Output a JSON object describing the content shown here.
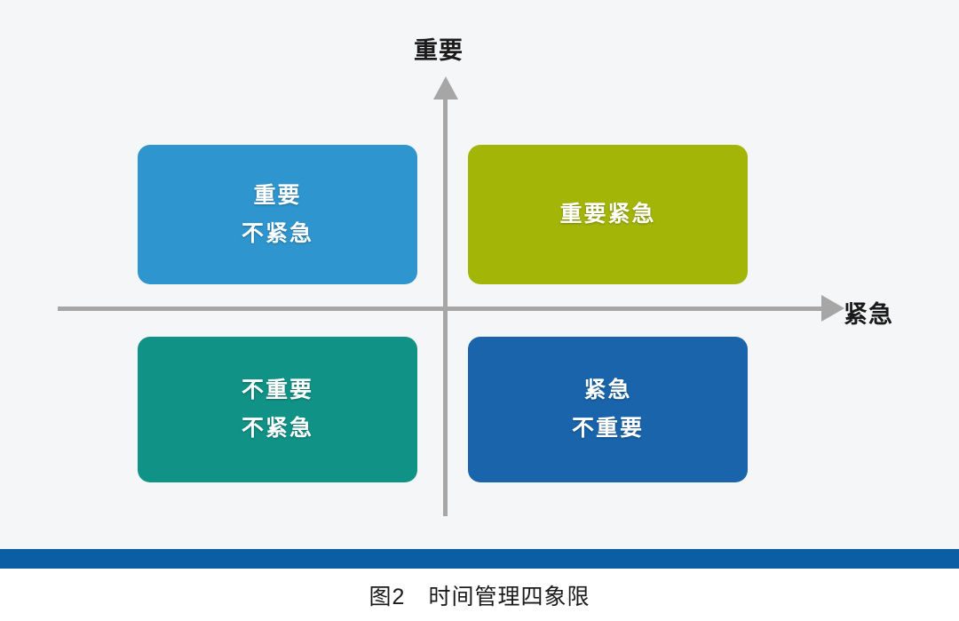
{
  "figure": {
    "caption": "图2　时间管理四象限",
    "caption_number": "图2",
    "caption_title": "时间管理四象限"
  },
  "axes": {
    "vertical_label": "重要",
    "horizontal_label": "紧急",
    "axis_color": "#a6a6a6"
  },
  "quadrants": [
    {
      "id": "important-not-urgent",
      "position": "top-left",
      "lines": [
        "重要",
        "不紧急"
      ],
      "color": "#2e95ce",
      "shadow_color": "#1d76ab"
    },
    {
      "id": "important-urgent",
      "position": "top-right",
      "lines": [
        "重要紧急"
      ],
      "color": "#a3b507",
      "shadow_color": "#828f05"
    },
    {
      "id": "not-important-not-urgent",
      "position": "bottom-left",
      "lines": [
        "不重要",
        "不紧急"
      ],
      "color": "#109287",
      "shadow_color": "#0b7269"
    },
    {
      "id": "urgent-not-important",
      "position": "bottom-right",
      "lines": [
        "紧急",
        "不重要"
      ],
      "color": "#1964aa",
      "shadow_color": "#114a80"
    }
  ],
  "decor": {
    "bottom_bar_color": "#0b5ea4",
    "background_color": "#f5f6f7"
  }
}
